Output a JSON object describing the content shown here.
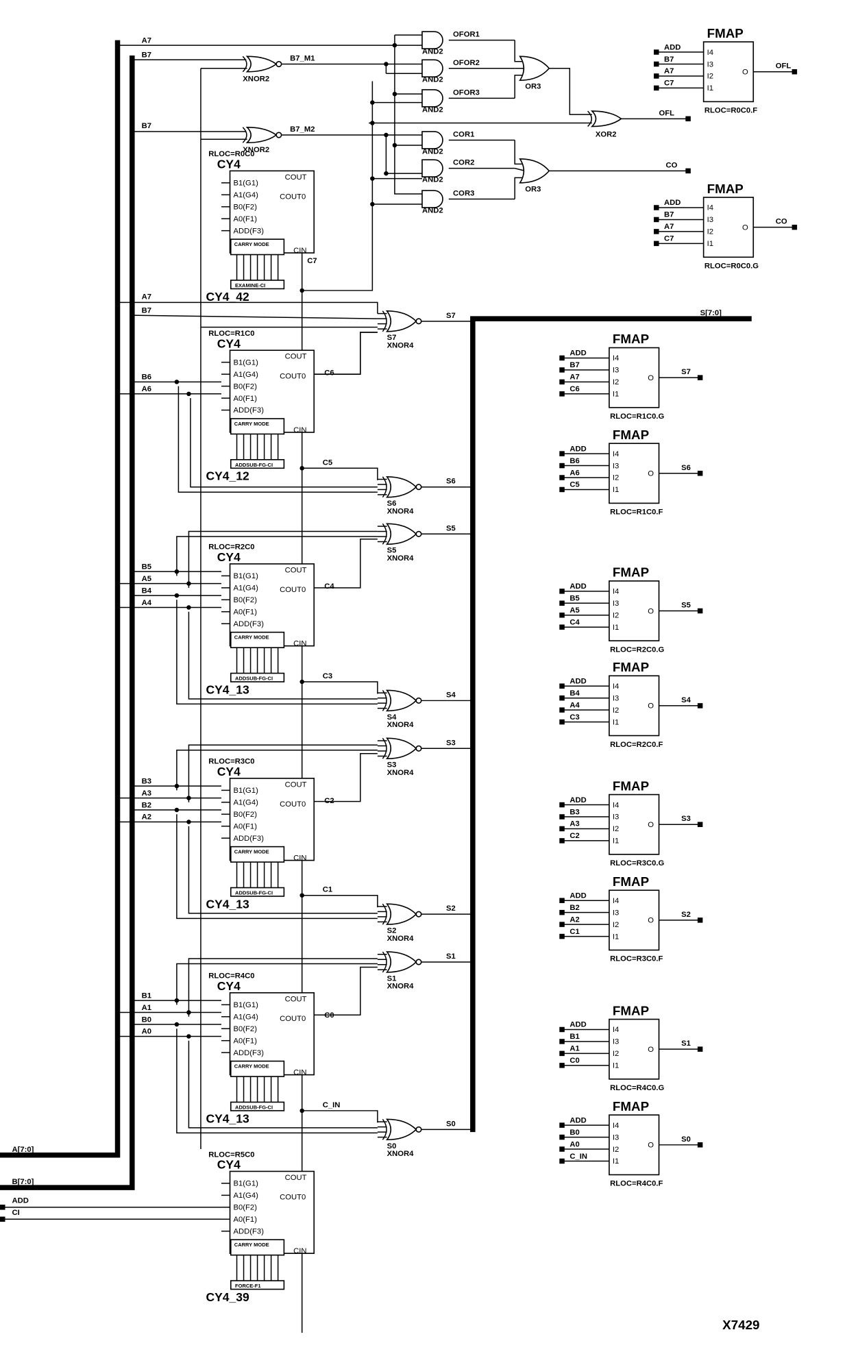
{
  "figure_id": "X7429",
  "buses": {
    "a": "A[7:0]",
    "b": "B[7:0]",
    "s": "S[7:0]"
  },
  "inputs": {
    "add": "ADD",
    "ci": "CI"
  },
  "outputs": {
    "ofl": "OFL",
    "co": "CO"
  },
  "gates": {
    "and2": "AND2",
    "or3": "OR3",
    "xor2": "XOR2",
    "xnor2": "XNOR2",
    "xnor4": "XNOR4",
    "ofor": [
      "OFOR1",
      "OFOR2",
      "OFOR3"
    ],
    "cor": [
      "COR1",
      "COR2",
      "COR3"
    ],
    "b7m": [
      "B7_M1",
      "B7_M2"
    ]
  },
  "cy4_pins": {
    "left": [
      "B1(G1)",
      "A1(G4)",
      "B0(F2)",
      "A0(F1)",
      "ADD(F3)"
    ],
    "cout": "COUT",
    "cout0": "COUT0",
    "cin": "CIN",
    "carry_mode": "CARRY MODE",
    "title": "CY4"
  },
  "cy4_blocks": [
    {
      "rloc": "RLOC=R0C0",
      "inst": "CY4_42",
      "mode": "EXAMINE-CI",
      "cout0": ""
    },
    {
      "rloc": "RLOC=R1C0",
      "inst": "CY4_12",
      "mode": "ADDSUB-FG-CI",
      "cout0": "C6"
    },
    {
      "rloc": "RLOC=R2C0",
      "inst": "CY4_13",
      "mode": "ADDSUB-FG-CI",
      "cout0": "C4"
    },
    {
      "rloc": "RLOC=R3C0",
      "inst": "CY4_13",
      "mode": "ADDSUB-FG-CI",
      "cout0": "C2"
    },
    {
      "rloc": "RLOC=R4C0",
      "inst": "CY4_13",
      "mode": "ADDSUB-FG-CI",
      "cout0": "C0"
    },
    {
      "rloc": "RLOC=R5C0",
      "inst": "CY4_39",
      "mode": "FORCE-F1",
      "cout0": ""
    }
  ],
  "carry_labels": {
    "c7": "C7",
    "c5": "C5",
    "c3": "C3",
    "c1": "C1",
    "c_in": "C_IN"
  },
  "sum_labels": [
    "S7",
    "S6",
    "S5",
    "S4",
    "S3",
    "S2",
    "S1",
    "S0"
  ],
  "input_labels": {
    "a7": "A7",
    "b7": "B7",
    "b7b": "B7",
    "a7b": "A7",
    "b7c": "B7",
    "b6": "B6",
    "a6": "A6",
    "b5": "B5",
    "a5": "A5",
    "b4": "B4",
    "a4": "A4",
    "b3": "B3",
    "a3": "A3",
    "b2": "B2",
    "a2": "A2",
    "b1": "B1",
    "a1": "A1",
    "b0": "B0",
    "a0": "A0"
  },
  "fmap_title": "FMAP",
  "fmap_pins": [
    "I4",
    "I3",
    "I2",
    "I1"
  ],
  "fmap_o": "O",
  "fmaps": [
    {
      "inputs": [
        "ADD",
        "B7",
        "A7",
        "C7"
      ],
      "out": "OFL",
      "rloc": "RLOC=R0C0.F"
    },
    {
      "inputs": [
        "ADD",
        "B7",
        "A7",
        "C7"
      ],
      "out": "CO",
      "rloc": "RLOC=R0C0.G"
    },
    {
      "inputs": [
        "ADD",
        "B7",
        "A7",
        "C6"
      ],
      "out": "S7",
      "rloc": "RLOC=R1C0.G"
    },
    {
      "inputs": [
        "ADD",
        "B6",
        "A6",
        "C5"
      ],
      "out": "S6",
      "rloc": "RLOC=R1C0.F"
    },
    {
      "inputs": [
        "ADD",
        "B5",
        "A5",
        "C4"
      ],
      "out": "S5",
      "rloc": "RLOC=R2C0.G"
    },
    {
      "inputs": [
        "ADD",
        "B4",
        "A4",
        "C3"
      ],
      "out": "S4",
      "rloc": "RLOC=R2C0.F"
    },
    {
      "inputs": [
        "ADD",
        "B3",
        "A3",
        "C2"
      ],
      "out": "S3",
      "rloc": "RLOC=R3C0.G"
    },
    {
      "inputs": [
        "ADD",
        "B2",
        "A2",
        "C1"
      ],
      "out": "S2",
      "rloc": "RLOC=R3C0.F"
    },
    {
      "inputs": [
        "ADD",
        "B1",
        "A1",
        "C0"
      ],
      "out": "S1",
      "rloc": "RLOC=R4C0.G"
    },
    {
      "inputs": [
        "ADD",
        "B0",
        "A0",
        "C_IN"
      ],
      "out": "S0",
      "rloc": "RLOC=R4C0.F"
    }
  ]
}
